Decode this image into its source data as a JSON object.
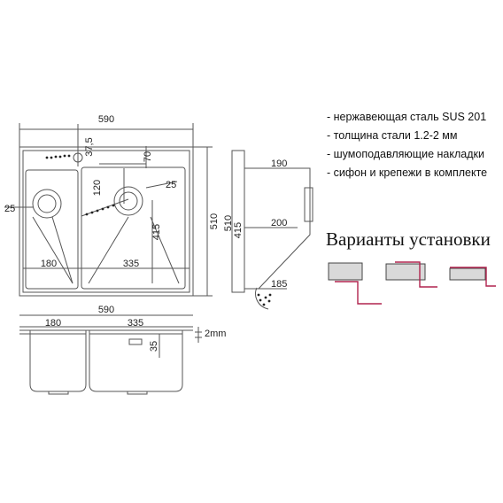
{
  "dimensions": {
    "top_width": "590",
    "soap_hole_offset": "37,5",
    "right_corner": "70",
    "left_edge": "25",
    "drain_offset": "120",
    "right_edge": "25",
    "inner_depth": "415",
    "total_depth": "510",
    "left_bowl_width": "180",
    "right_bowl_width": "335",
    "side_top": "190",
    "side_middle": "200",
    "side_bottom": "185",
    "side_total": "510",
    "side_inner": "415",
    "front_width": "590",
    "front_left_bowl": "180",
    "front_right_bowl": "335",
    "front_step": "35",
    "thickness": "2mm"
  },
  "specs": [
    "- нержавеющая сталь SUS 201",
    "- толщина стали 1.2-2 мм",
    "- шумоподавляющие накладки",
    "- сифон и крепежи в комплекте"
  ],
  "variants_title": "Варианты установки",
  "colors": {
    "line": "#555555",
    "accent": "#b0234e",
    "counter_fill": "#d9d9d9"
  }
}
